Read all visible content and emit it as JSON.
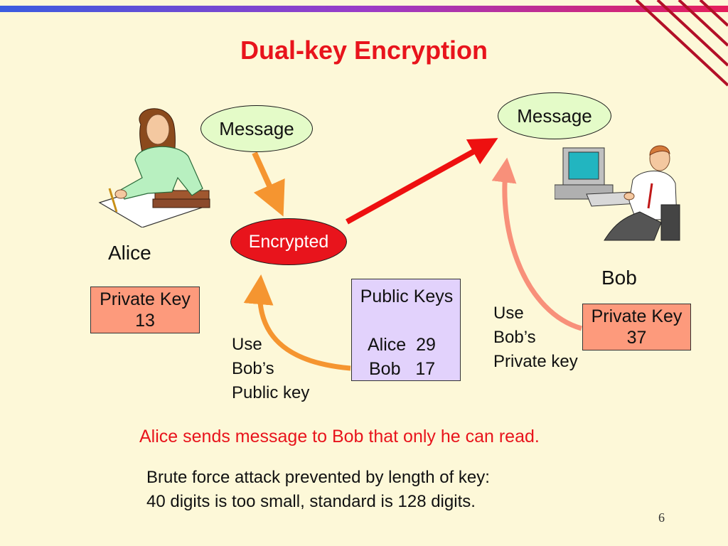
{
  "title": "Dual-key Encryption",
  "alice": {
    "name": "Alice",
    "message": "Message",
    "private_key_label": "Private Key",
    "private_key_value": "13"
  },
  "bob": {
    "name": "Bob",
    "message": "Message",
    "private_key_label": "Private Key",
    "private_key_value": "37"
  },
  "encrypted_label": "Encrypted",
  "public_keys": {
    "heading": "Public Keys",
    "entries": [
      {
        "name": "Alice",
        "value": "29"
      },
      {
        "name": "Bob",
        "value": "17"
      }
    ]
  },
  "notes": {
    "left": [
      "Use",
      "Bob’s",
      "Public key"
    ],
    "right": [
      "Use",
      "Bob’s",
      "Private key"
    ]
  },
  "caption": "Alice sends message to Bob that only he can read.",
  "footnote": [
    "Brute force attack prevented by length of key:",
    "40 digits is too small, standard is 128 digits."
  ],
  "page_number": "6",
  "colors": {
    "title": "#e8141c",
    "background": "#fdf8d8",
    "bubble": "#e4fbc8",
    "encrypted": "#e8141c",
    "private_key_box": "#fd9a7c",
    "public_keys_box": "#e2d2fc",
    "orange_arrow": "#f59530",
    "red_arrow": "#ee1010",
    "salmon_arrow": "#f8907a"
  }
}
